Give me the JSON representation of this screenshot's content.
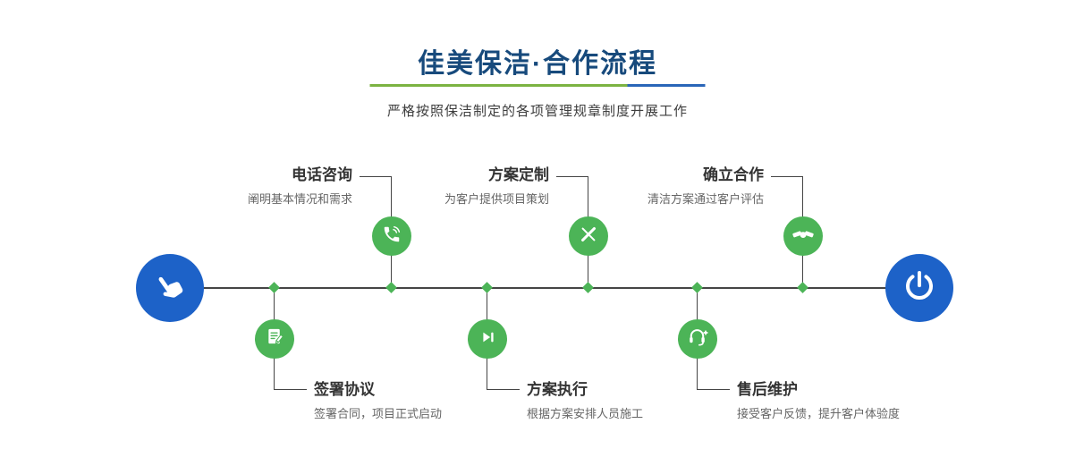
{
  "header": {
    "title": "佳美保洁·合作流程",
    "subtitle": "严格按照保洁制定的各项管理规章制度开展工作"
  },
  "colors": {
    "title_blue": "#174a7c",
    "accent_green": "#4cb457",
    "endpoint_blue": "#1d62c8",
    "underline_green": "#7cb342",
    "underline_blue": "#2a66b8",
    "connector_line": "#454545",
    "label_text": "#333333",
    "desc_text": "#666666"
  },
  "steps_top": [
    {
      "label": "电话咨询",
      "desc": "阐明基本情况和需求",
      "icon": "phone-icon"
    },
    {
      "label": "方案定制",
      "desc": "为客户提供项目策划",
      "icon": "design-tools-icon"
    },
    {
      "label": "确立合作",
      "desc": "清洁方案通过客户评估",
      "icon": "handshake-icon"
    }
  ],
  "steps_bottom": [
    {
      "label": "签署协议",
      "desc": "签署合同，项目正式启动",
      "icon": "contract-sign-icon"
    },
    {
      "label": "方案执行",
      "desc": "根据方案安排人员施工",
      "icon": "play-next-icon"
    },
    {
      "label": "售后维护",
      "desc": "接受客户反馈，提升客户体验度",
      "icon": "headset-plus-icon"
    }
  ],
  "endpoints": {
    "start_icon": "pointing-hand-icon",
    "end_icon": "power-icon"
  }
}
